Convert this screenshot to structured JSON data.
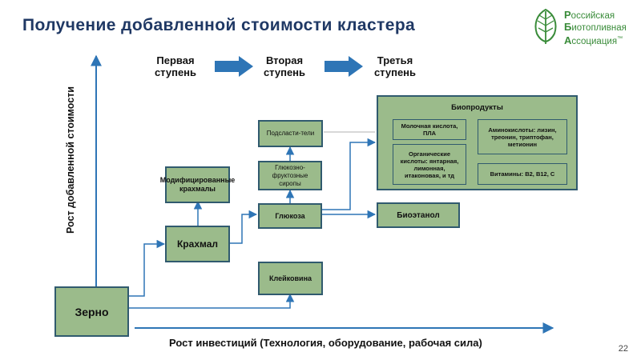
{
  "title": "Получение добавленной стоимости кластера",
  "logo": {
    "lines": [
      {
        "cap": "Р",
        "rest": "оссийская"
      },
      {
        "cap": "Б",
        "rest": "иотопливная"
      },
      {
        "cap": "А",
        "rest": "ссоциация"
      }
    ],
    "tm": "™"
  },
  "stages": [
    "Первая ступень",
    "Вторая ступень",
    "Третья ступень"
  ],
  "axes": {
    "x_label": "Рост инвестиций (Технология, оборудование, рабочая сила)",
    "y_label": "Рост добавленной стоимости"
  },
  "nodes": {
    "grain": "Зерно",
    "starch": "Крахмал",
    "modified_starch": "Модифицированные крахмалы",
    "gluten": "Клейковина",
    "glucose": "Глюкоза",
    "syrups": "Глюкозно-фруктозные сиропы",
    "sweeteners": "Подсласти-тели",
    "bioethanol": "Биоэтанол"
  },
  "bioproducts": {
    "title": "Биопродукты",
    "lactic": "Молочная кислота, ПЛА",
    "organic": "Органические кислоты: янтарная, лимонная, итаконовая, и тд",
    "amino": "Аминокислоты: лизин, треонин, триптофан, метионин",
    "vitamins": "Витамины: В2, В12, С"
  },
  "page_number": "22",
  "colors": {
    "box_fill": "#9bbb8b",
    "box_border": "#305a6e",
    "arrow": "#2e75b6",
    "title": "#1f3864",
    "logo": "#3a8c3a"
  }
}
